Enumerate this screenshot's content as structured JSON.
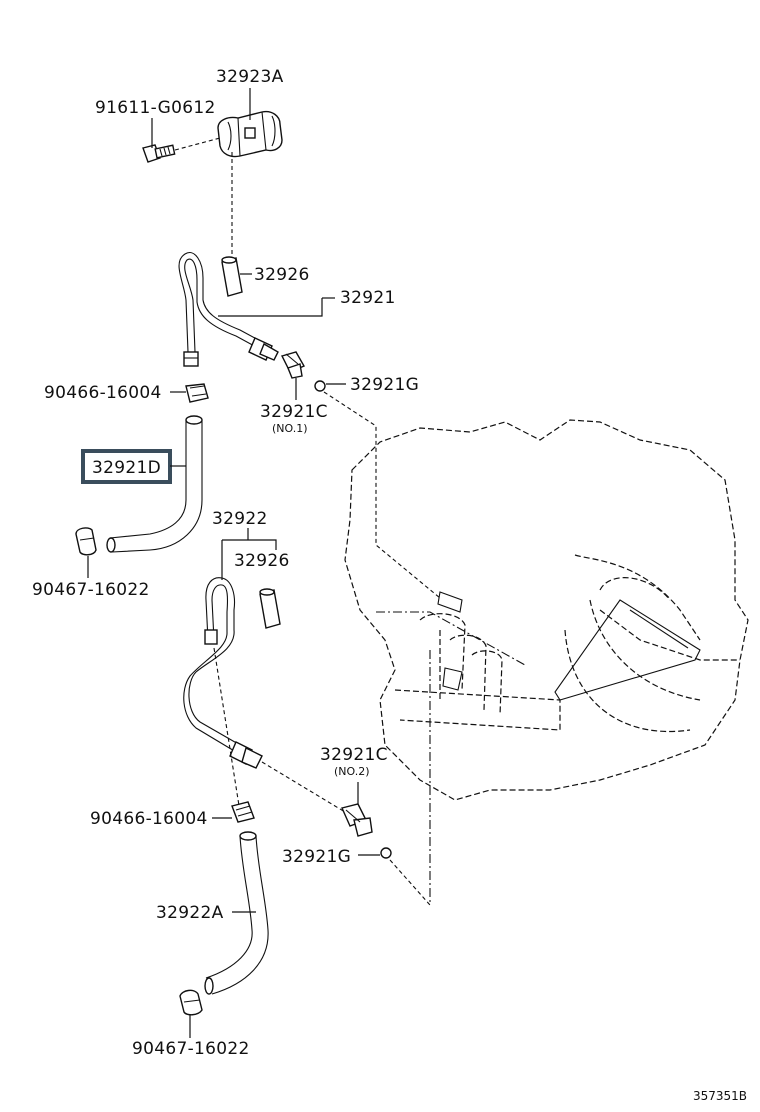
{
  "diagram": {
    "ref_code": "357351B",
    "highlighted_part": "32921D",
    "highlight_color": "#3a4d5c",
    "labels": {
      "p32923A": "32923A",
      "p91611": "91611-G0612",
      "p32926_top": "32926",
      "p32921": "32921",
      "p90466_top": "90466-16004",
      "p32921G_top": "32921G",
      "p32921C_top": "32921C",
      "no1": "(NO.1)",
      "p32921D": "32921D",
      "p32922": "32922",
      "p32926_mid": "32926",
      "p90467_top": "90467-16022",
      "p32921C_bot": "32921C",
      "no2": "(NO.2)",
      "p90466_bot": "90466-16004",
      "p32921G_bot": "32921G",
      "p32922A": "32922A",
      "p90467_bot": "90467-16022"
    }
  }
}
